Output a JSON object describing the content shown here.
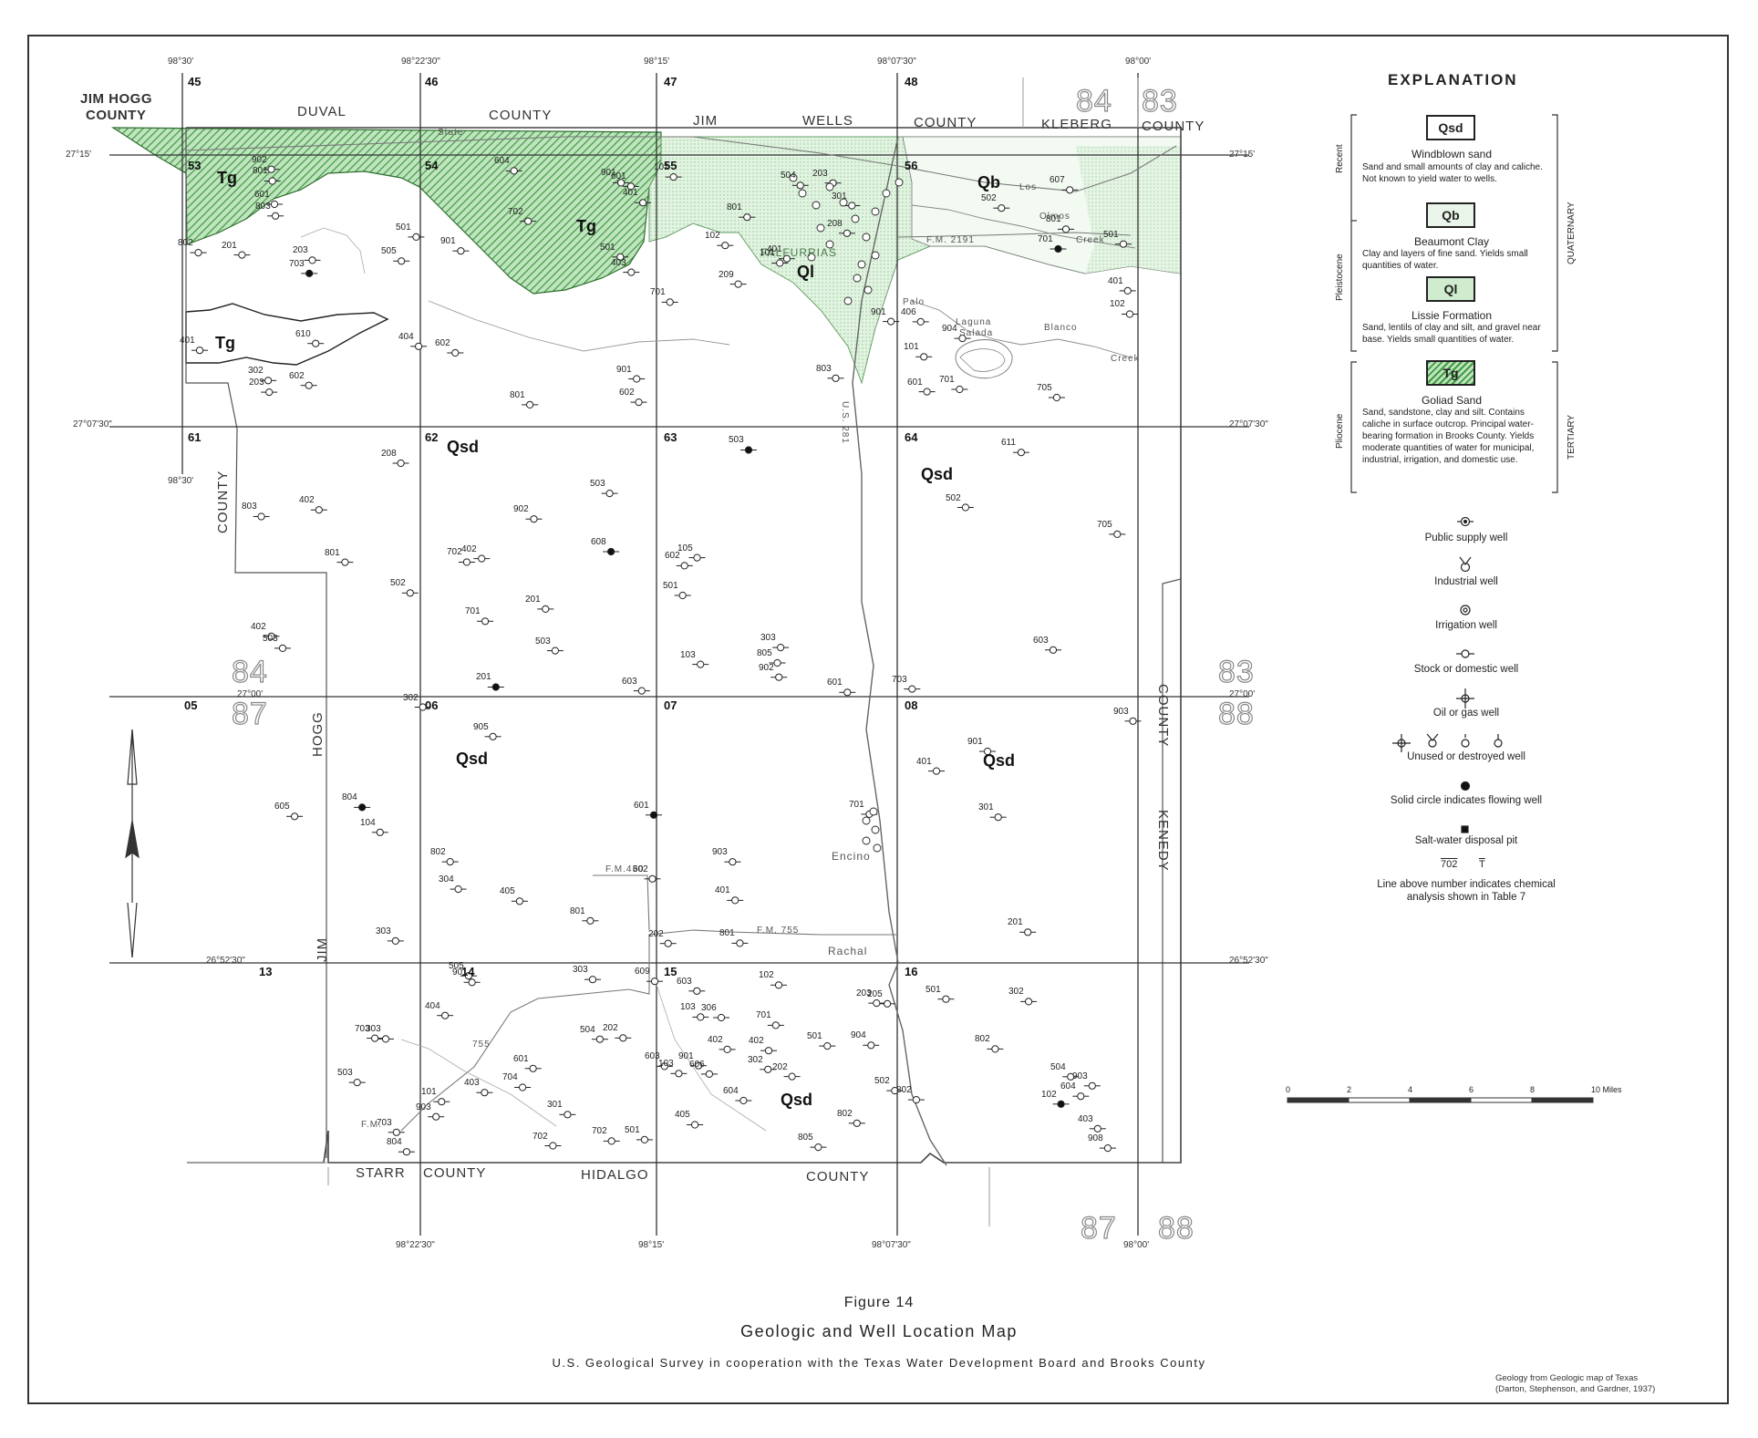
{
  "figure": {
    "number": "Figure 14",
    "title": "Geologic and Well Location Map",
    "subtitle": "U.S. Geological Survey in cooperation with the Texas Water Development Board and Brooks County",
    "credit_line1": "Geology from Geologic map of Texas",
    "credit_line2": "(Darton, Stephenson, and Gardner, 1937)"
  },
  "county_labels": {
    "jim_hogg_top": "JIM HOGG",
    "jim_hogg_top2": "COUNTY",
    "duval": "DUVAL",
    "duval_county": "COUNTY",
    "jim": "JIM",
    "wells": "WELLS",
    "jim_wells_county": "COUNTY",
    "kleberg": "KLEBERG",
    "kleberg_county": "COUNTY",
    "county_left": "COUNTY",
    "hogg": "HOGG",
    "jim_left": "JIM",
    "county_right": "COUNTY",
    "kenedy": "KENEDY",
    "starr": "STARR",
    "starr_county": "COUNTY",
    "hidalgo": "HIDALGO",
    "hidalgo_county": "COUNTY"
  },
  "coords": {
    "lon_9830_top": "98°30'",
    "lon_982230_top": "98°22'30\"",
    "lon_9815_top": "98°15'",
    "lon_980730_top": "98°07'30\"",
    "lon_9800_top": "98°00'",
    "lat_2715_l": "27°15'",
    "lat_2715_r": "27°15'",
    "lat_270730_l": "27°07'30\"",
    "lat_270730_r": "27°07'30\"",
    "lon_9830_mid": "98°30'",
    "lat_2700_l": "27°00'",
    "lat_2700_r": "27°00'",
    "lat_265230_l": "26°52'30\"",
    "lat_265230_r": "26°52'30\"",
    "lon_982230_bot": "98°22'30\"",
    "lon_9815_bot": "98°15'",
    "lon_980730_bot": "98°07'30\"",
    "lon_9800_bot": "98°00'"
  },
  "grid_numbers": [
    "45",
    "46",
    "47",
    "48",
    "53",
    "54",
    "55",
    "56",
    "61",
    "62",
    "63",
    "64",
    "05",
    "06",
    "07",
    "08",
    "13",
    "14",
    "15",
    "16"
  ],
  "big_numbers": {
    "n84_top": "84",
    "n83_top": "83",
    "n84_left": "84",
    "n87_left": "87",
    "n83_right": "83",
    "n88_right": "88",
    "n87_bot": "87",
    "n88_bot": "88"
  },
  "units_on_map": [
    "Tg",
    "Tg",
    "Tg",
    "Tg",
    "Qb",
    "Ql",
    "Qsd",
    "Qsd",
    "Qsd",
    "Qsd",
    "Qsd"
  ],
  "places": {
    "falfurrias": "FALFURRIAS",
    "encino": "Encino",
    "rachal": "Rachal",
    "laguna": "Laguna",
    "salada": "Salada",
    "palo": "Palo",
    "blanco": "Blanco",
    "creek1": "Creek",
    "creek2": "Creek",
    "los_olmos": "Los",
    "olmos": "Olmos",
    "state285": "State",
    "fm2191": "F.M. 2191",
    "fm430": "F.M.430",
    "fm755": "F.M. 755",
    "fm755b": "755",
    "fm": "F.M.",
    "us281": "U.S. 281"
  },
  "explanation": {
    "title": "EXPLANATION",
    "recent": "Recent",
    "pleistocene": "Pleistocene",
    "pliocene": "Pliocene",
    "quaternary": "QUATERNARY",
    "tertiary": "TERTIARY",
    "units": [
      {
        "symbol": "Qsd",
        "name": "Windblown sand",
        "desc": "Sand and small amounts of clay and caliche. Not known to yield water to wells."
      },
      {
        "symbol": "Qb",
        "name": "Beaumont Clay",
        "desc": "Clay and layers of fine sand. Yields small quantities of water."
      },
      {
        "symbol": "Ql",
        "name": "Lissie Formation",
        "desc": "Sand, lentils of clay and silt, and gravel near base. Yields small quantities of water."
      },
      {
        "symbol": "Tg",
        "name": "Goliad Sand",
        "desc": "Sand, sandstone, clay and silt. Contains caliche in surface outcrop. Principal water-bearing formation in Brooks County. Yields moderate quantities of water for municipal, industrial, irrigation, and domestic use."
      }
    ],
    "legend": [
      "Public supply well",
      "Industrial well",
      "Irrigation well",
      "Stock or domestic well",
      "Oil or gas well",
      "Unused or destroyed well",
      "Solid circle indicates flowing well",
      "Salt-water disposal pit",
      "Line above number indicates chemical",
      "analysis shown in Table 7"
    ],
    "sample_numbers": [
      "702",
      "T"
    ]
  },
  "scale": {
    "ticks": [
      "0",
      "2",
      "4",
      "6",
      "8",
      "10 Miles"
    ]
  },
  "well_labels": [
    "701",
    "801",
    "901",
    "302",
    "303",
    "301",
    "203",
    "105",
    "205",
    "209",
    "208",
    "908",
    "703",
    "705",
    "103",
    "208",
    "303",
    "103",
    "102",
    "104",
    "202",
    "203",
    "304",
    "306",
    "101",
    "401",
    "404",
    "601",
    "503",
    "502",
    "501",
    "603",
    "405",
    "403",
    "402",
    "501",
    "602",
    "201",
    "403",
    "406",
    "503",
    "504",
    "505",
    "701",
    "702",
    "802",
    "805",
    "804",
    "901",
    "902",
    "903",
    "801",
    "803",
    "802",
    "803",
    "802",
    "901",
    "902",
    "903",
    "302",
    "101",
    "201",
    "303",
    "501",
    "502",
    "505",
    "504",
    "503",
    "402",
    "401",
    "601",
    "702",
    "901",
    "701",
    "703",
    "801",
    "502",
    "503",
    "501",
    "401",
    "402",
    "602",
    "601",
    "604",
    "602",
    "603",
    "604",
    "701",
    "801",
    "802",
    "901",
    "903",
    "904",
    "101",
    "103",
    "102",
    "201",
    "202",
    "203",
    "301",
    "302",
    "303",
    "401",
    "402",
    "403",
    "404",
    "405",
    "501",
    "502",
    "503",
    "504",
    "601",
    "602",
    "603",
    "604",
    "605",
    "606",
    "607",
    "608",
    "609",
    "610",
    "611",
    "701",
    "702",
    "703",
    "704",
    "705",
    "801",
    "802",
    "803",
    "804",
    "805",
    "901",
    "902",
    "903",
    "904",
    "905",
    "101",
    "102",
    "201",
    "202",
    "203",
    "301",
    "302",
    "401",
    "402",
    "501",
    "601",
    "602",
    "603",
    "701",
    "702",
    "703",
    "801",
    "901",
    "102",
    "401",
    "501",
    "601",
    "801"
  ]
}
